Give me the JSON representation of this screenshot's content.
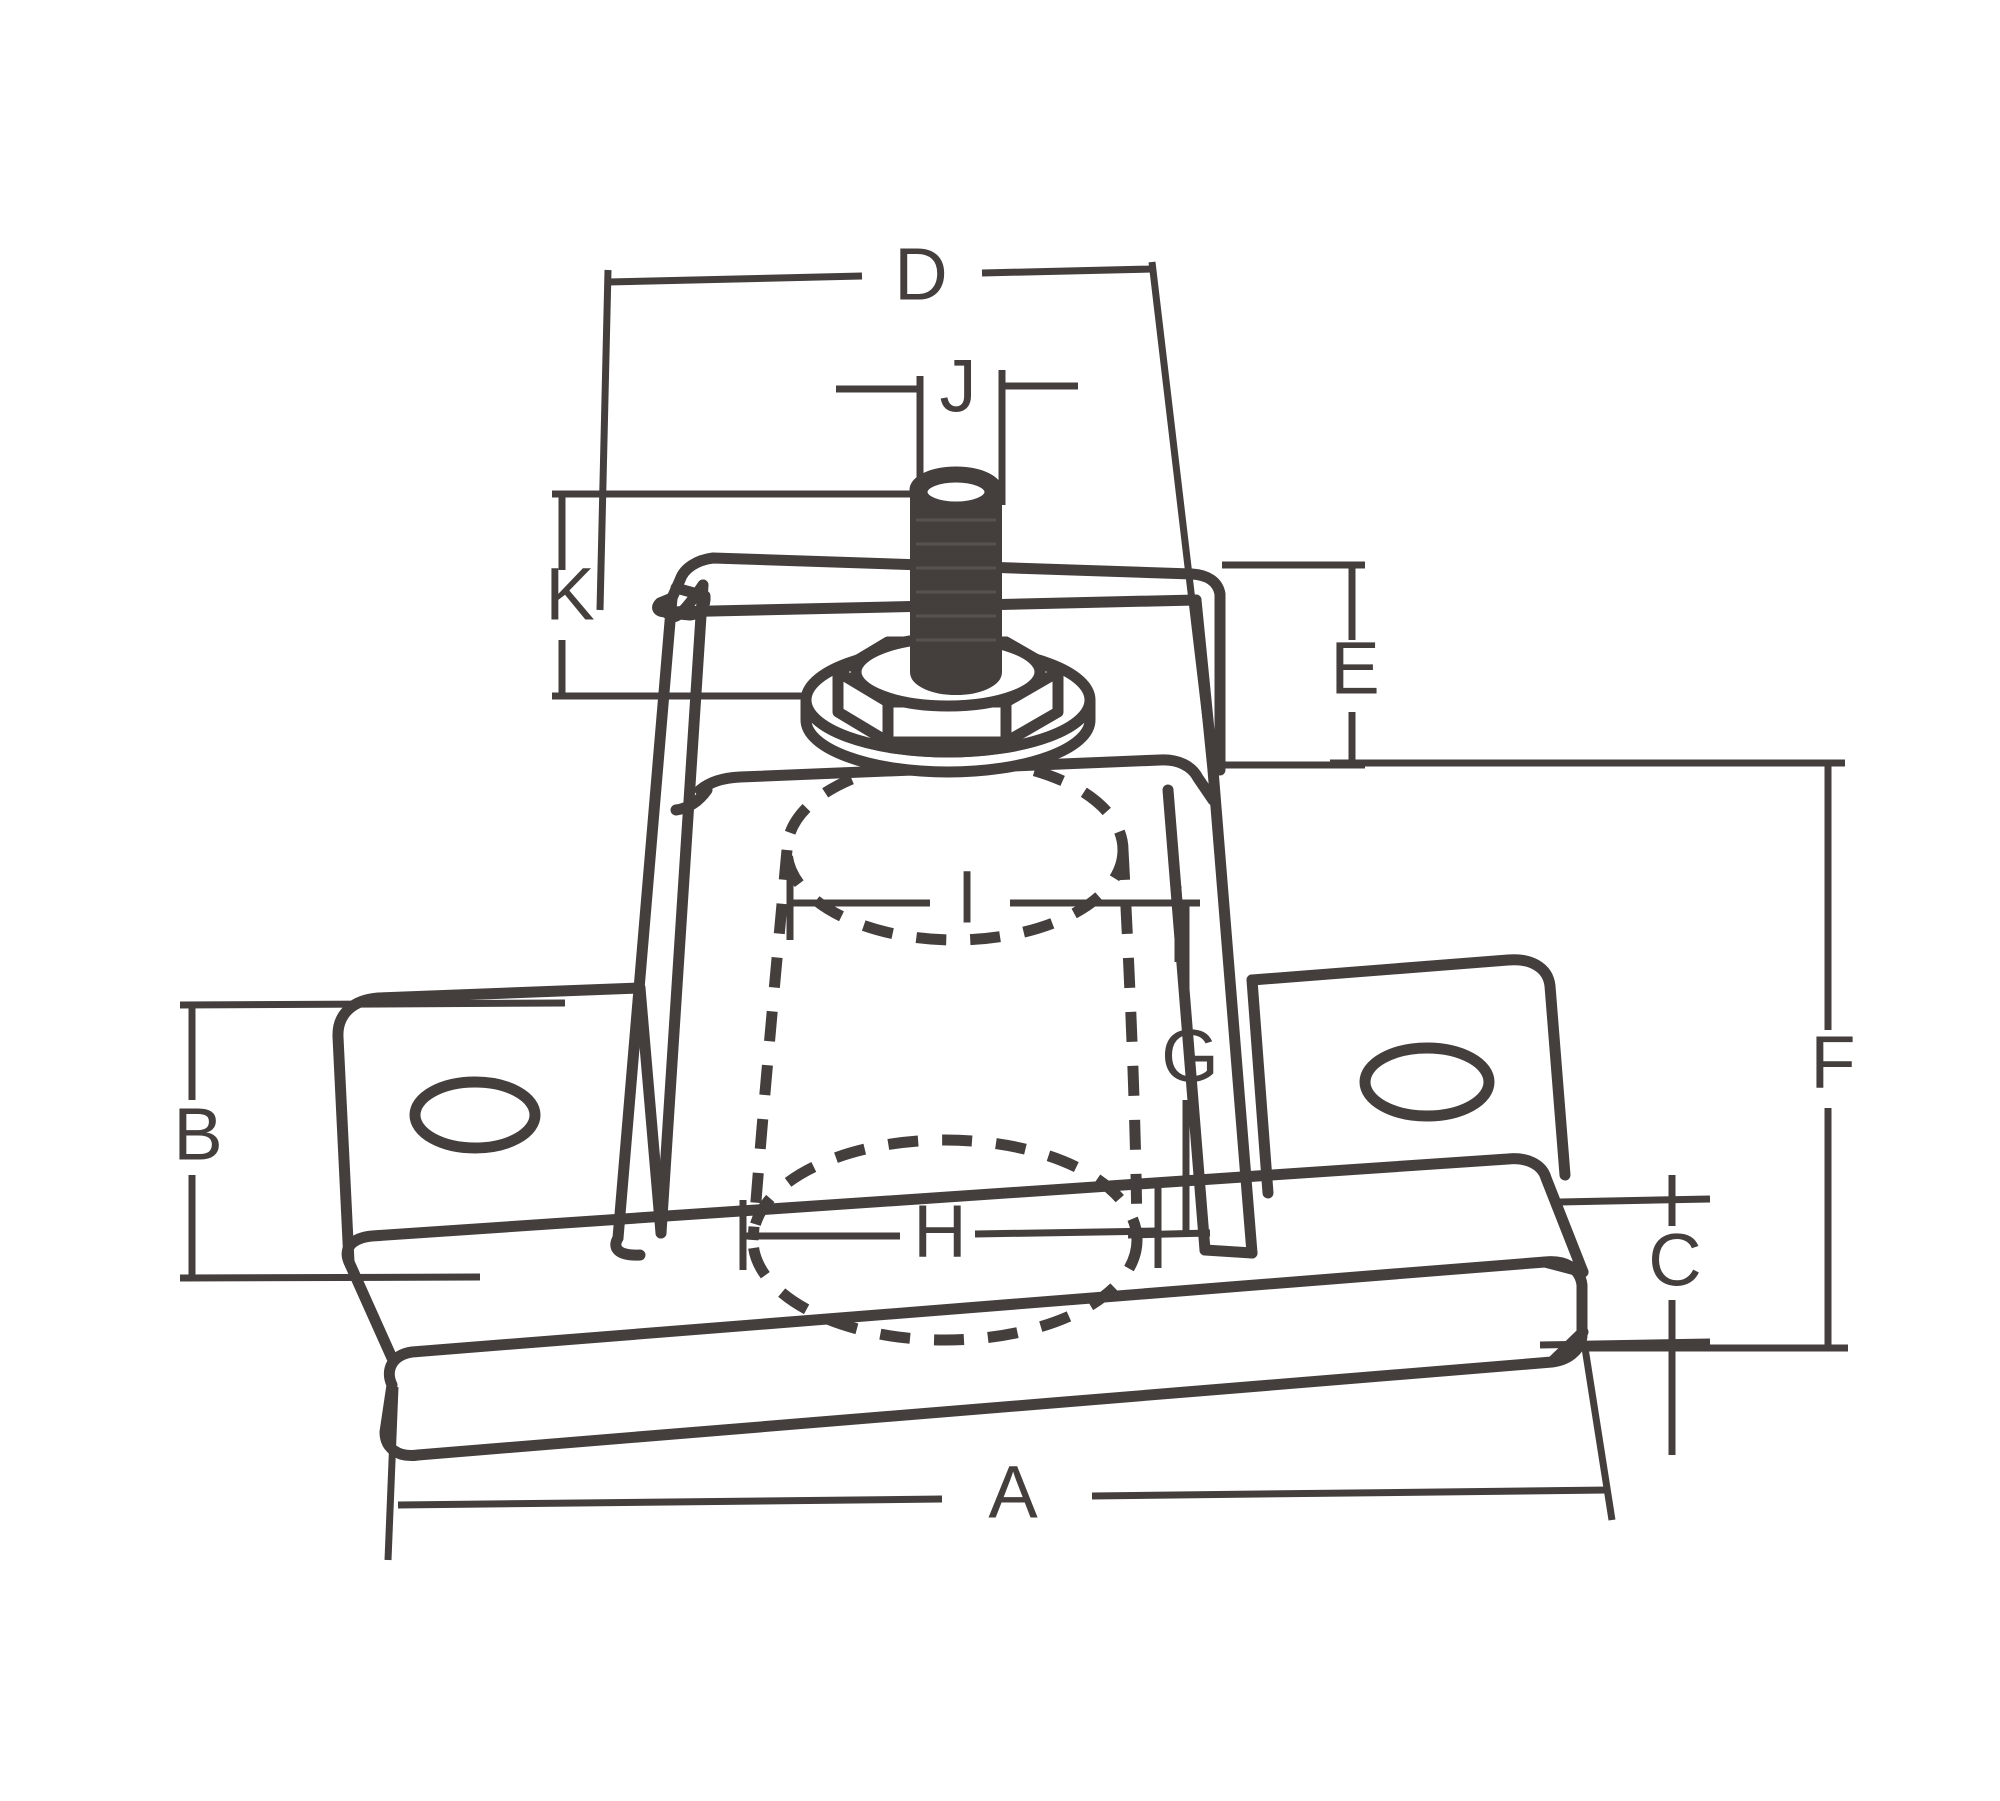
{
  "drawing": {
    "title": "Anti-Vibration Mount Dimensional Drawing",
    "view": "isometric",
    "background_color": "#ffffff",
    "line_color": "#443f3d",
    "hidden_line_style": "dashed",
    "solid_fill_color": "#443f3d"
  },
  "dimensions": {
    "A": {
      "label": "A",
      "meaning": "overall base length",
      "orientation": "horizontal",
      "position": "bottom"
    },
    "B": {
      "label": "B",
      "meaning": "base flange width",
      "orientation": "vertical",
      "position": "left"
    },
    "C": {
      "label": "C",
      "meaning": "base plate thickness",
      "orientation": "vertical",
      "position": "right"
    },
    "D": {
      "label": "D",
      "meaning": "top plate width",
      "orientation": "horizontal",
      "position": "top"
    },
    "E": {
      "label": "E",
      "meaning": "top plate height above base",
      "orientation": "vertical",
      "position": "upper-right"
    },
    "F": {
      "label": "F",
      "meaning": "overall height",
      "orientation": "vertical",
      "position": "far-right"
    },
    "G": {
      "label": "G",
      "meaning": "internal element height",
      "orientation": "vertical",
      "position": "center-right"
    },
    "H": {
      "label": "H",
      "meaning": "internal element lower diameter",
      "orientation": "horizontal",
      "position": "center-bottom"
    },
    "I": {
      "label": "I",
      "meaning": "internal element upper diameter",
      "orientation": "horizontal",
      "position": "center"
    },
    "J": {
      "label": "J",
      "meaning": "stud diameter",
      "orientation": "horizontal",
      "position": "top-center"
    },
    "K": {
      "label": "K",
      "meaning": "stud length above plate",
      "orientation": "vertical",
      "position": "upper-left"
    }
  },
  "parts": {
    "base_plate": "base-plate",
    "left_flange": "left-mounting-flange",
    "right_flange": "right-mounting-flange",
    "left_hole": "left-mounting-hole",
    "right_hole": "right-mounting-hole",
    "top_plate": "top-plate",
    "body": "tapered-body",
    "stud": "threaded-stud",
    "nut": "hex-nut",
    "washer": "flange-washer",
    "inner_element": "hidden-internal-element"
  }
}
